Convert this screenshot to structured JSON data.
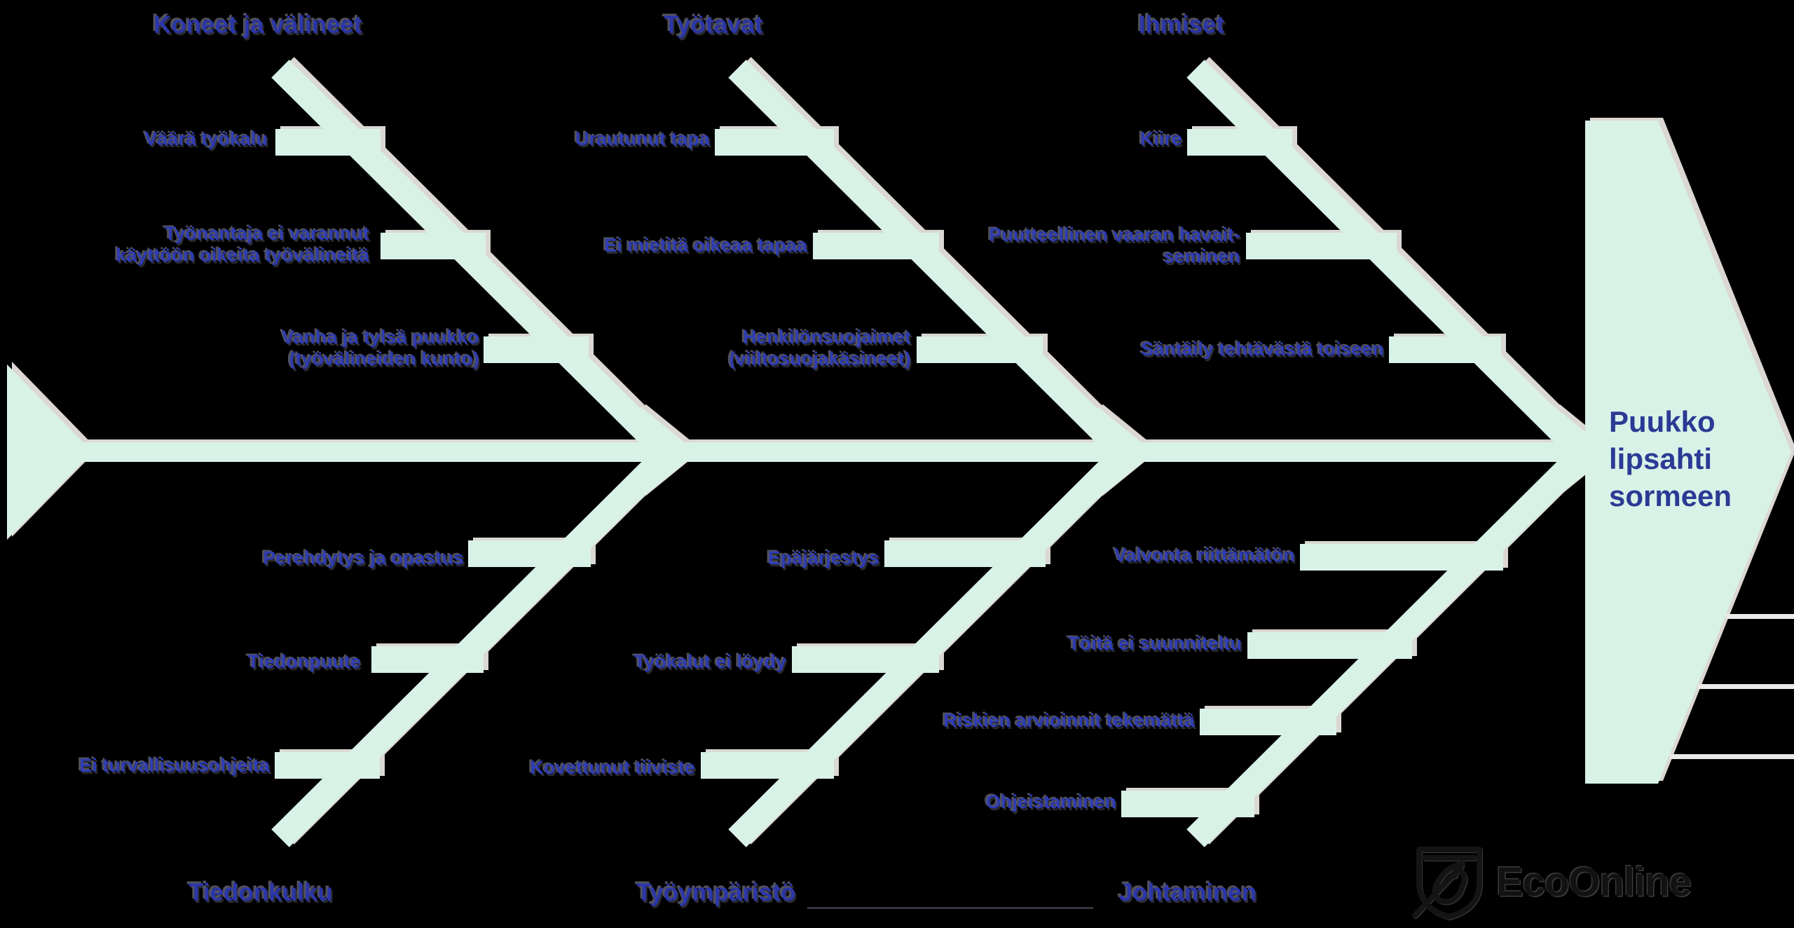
{
  "diagram": {
    "type": "fishbone",
    "effect": "Puukko\nlipsahti\nsormeen",
    "colors": {
      "bone": "#d9f2e8",
      "bone_shadow": "#eee9e5",
      "label_text": "#2e3cb5",
      "title_text": "#2b36aa",
      "effect_text": "#2b3a94",
      "background": "#000000"
    },
    "branches": [
      {
        "title": "Koneet ja välineet",
        "position": "top-left",
        "causes": [
          "Väärä työkalu",
          "Työnantaja ei varannut\nkäyttöön oikeita työvälineitä",
          "Vanha ja tylsä puukko\n(työvälineiden kunto)"
        ]
      },
      {
        "title": "Työtavat",
        "position": "top-middle",
        "causes": [
          "Urautunut tapa",
          "Ei mietitä oikeaa tapaa",
          "Henkilönsuojaimet\n(viiltosuojakäsineet)"
        ]
      },
      {
        "title": "Ihmiset",
        "position": "top-right",
        "causes": [
          "Kiire",
          "Puutteellinen vaaran havait-\nseminen",
          "Säntäily tehtävästä toiseen"
        ]
      },
      {
        "title": "Tiedonkulku",
        "position": "bottom-left",
        "causes": [
          "Perehdytys ja opastus",
          "Tiedonpuute",
          "Ei turvallisuusohjeita"
        ]
      },
      {
        "title": "Työympäristö",
        "position": "bottom-middle",
        "causes": [
          "Epäjärjestys",
          "Työkalut ei löydy",
          "Kovettunut tiiviste"
        ]
      },
      {
        "title": "Johtaminen",
        "position": "bottom-right",
        "causes": [
          "Valvonta riittämätön",
          "Töitä ei suunniteltu",
          "Riskien arvioinnit tekemättä",
          "Ohjeistaminen"
        ]
      }
    ],
    "logo": {
      "text": "EcoOnline",
      "icon": "shield-bird"
    }
  }
}
